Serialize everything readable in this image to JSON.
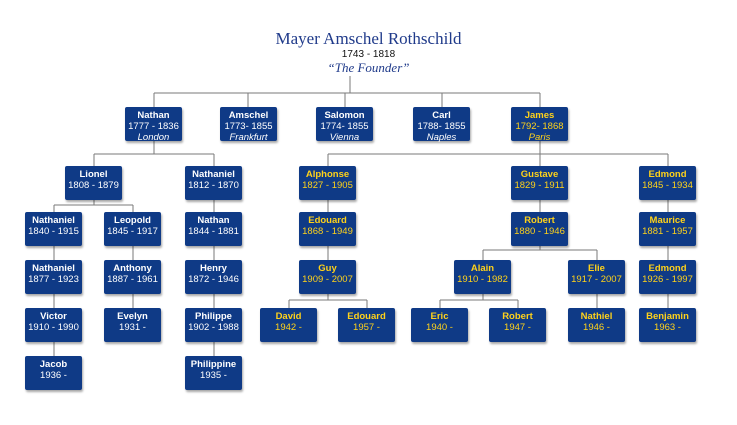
{
  "header": {
    "title": "Mayer Amschel Rothschild",
    "dates": "1743 - 1818",
    "subtitle": "“The Founder”"
  },
  "sons": [
    {
      "name": "Nathan",
      "dates": "1777 - 1836",
      "place": "London"
    },
    {
      "name": "Amschel",
      "dates": "1773- 1855",
      "place": "Frankfurt"
    },
    {
      "name": "Salomon",
      "dates": "1774- 1855",
      "place": "Vienna"
    },
    {
      "name": "Carl",
      "dates": "1788- 1855",
      "place": "Naples"
    },
    {
      "name": "James",
      "dates": "1792- 1868",
      "place": "Paris"
    }
  ],
  "london": {
    "lionel": {
      "name": "Lionel",
      "dates": "1808 - 1879"
    },
    "nathaniel1": {
      "name": "Nathaniel",
      "dates": "1812 - 1870"
    },
    "nathaniel2": {
      "name": "Nathaniel",
      "dates": "1840 - 1915"
    },
    "leopold": {
      "name": "Leopold",
      "dates": "1845 - 1917"
    },
    "nathan": {
      "name": "Nathan",
      "dates": "1844 - 1881"
    },
    "nathaniel3": {
      "name": "Nathaniel",
      "dates": "1877 - 1923"
    },
    "anthony": {
      "name": "Anthony",
      "dates": "1887 - 1961"
    },
    "henry": {
      "name": "Henry",
      "dates": "1872 - 1946"
    },
    "victor": {
      "name": "Victor",
      "dates": "1910 - 1990"
    },
    "evelyn": {
      "name": "Evelyn",
      "dates": "1931 -"
    },
    "philippe": {
      "name": "Philippe",
      "dates": "1902 - 1988"
    },
    "jacob": {
      "name": "Jacob",
      "dates": "1936 -"
    },
    "philippine": {
      "name": "Philippine",
      "dates": "1935 -"
    }
  },
  "paris": {
    "alphonse": {
      "name": "Alphonse",
      "dates": "1827 - 1905"
    },
    "gustave": {
      "name": "Gustave",
      "dates": "1829 - 1911"
    },
    "edmond1": {
      "name": "Edmond",
      "dates": "1845 - 1934"
    },
    "edouard1": {
      "name": "Edouard",
      "dates": "1868 - 1949"
    },
    "robert1": {
      "name": "Robert",
      "dates": "1880 - 1946"
    },
    "maurice": {
      "name": "Maurice",
      "dates": "1881 - 1957"
    },
    "guy": {
      "name": "Guy",
      "dates": "1909 - 2007"
    },
    "alain": {
      "name": "Alain",
      "dates": "1910 - 1982"
    },
    "elie": {
      "name": "Elie",
      "dates": "1917 - 2007"
    },
    "edmond2": {
      "name": "Edmond",
      "dates": "1926 - 1997"
    },
    "david": {
      "name": "David",
      "dates": "1942 -"
    },
    "edouard2": {
      "name": "Edouard",
      "dates": "1957 -"
    },
    "eric": {
      "name": "Eric",
      "dates": "1940 -"
    },
    "robert2": {
      "name": "Robert",
      "dates": "1947 -"
    },
    "nathiel": {
      "name": "Nathiel",
      "dates": "1946 -"
    },
    "benjamin": {
      "name": "Benjamin",
      "dates": "1963 -"
    }
  },
  "colors": {
    "box": "#0f3a86",
    "white_text": "#ffffff",
    "gold_text": "#ffd21a",
    "line": "#7a7a7a",
    "title": "#1f3a8a"
  }
}
